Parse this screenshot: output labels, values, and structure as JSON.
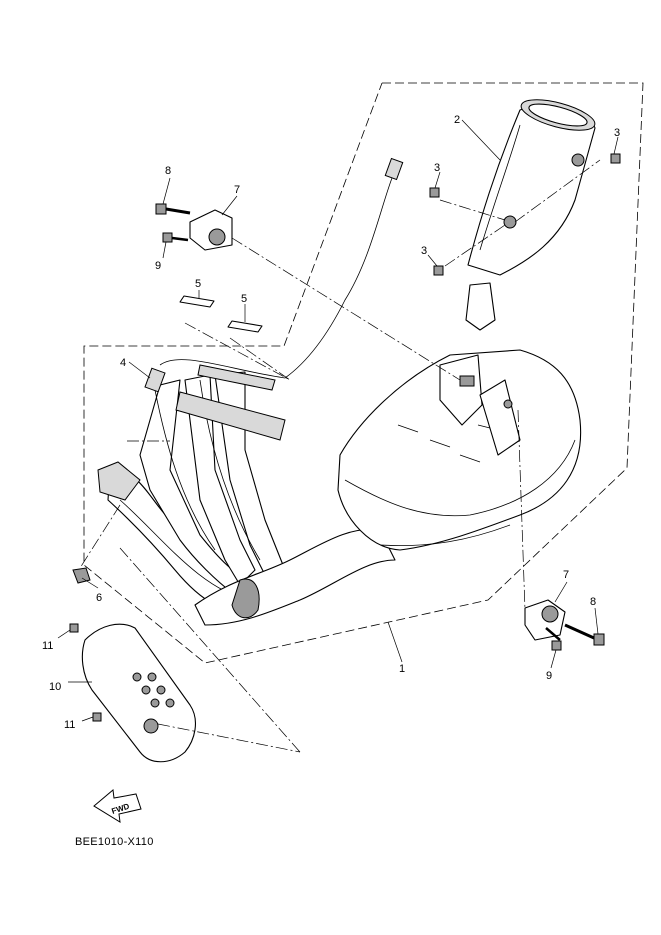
{
  "callouts": {
    "c1": "1",
    "c2": "2",
    "c3a": "3",
    "c3b": "3",
    "c3c": "3",
    "c4": "4",
    "c5a": "5",
    "c5b": "5",
    "c6": "6",
    "c7a": "7",
    "c7b": "7",
    "c8a": "8",
    "c8b": "8",
    "c9a": "9",
    "c9b": "9",
    "c10": "10",
    "c11a": "11",
    "c11b": "11"
  },
  "fwd_label": "FWD",
  "diagram_code": "BEE1010-X110"
}
